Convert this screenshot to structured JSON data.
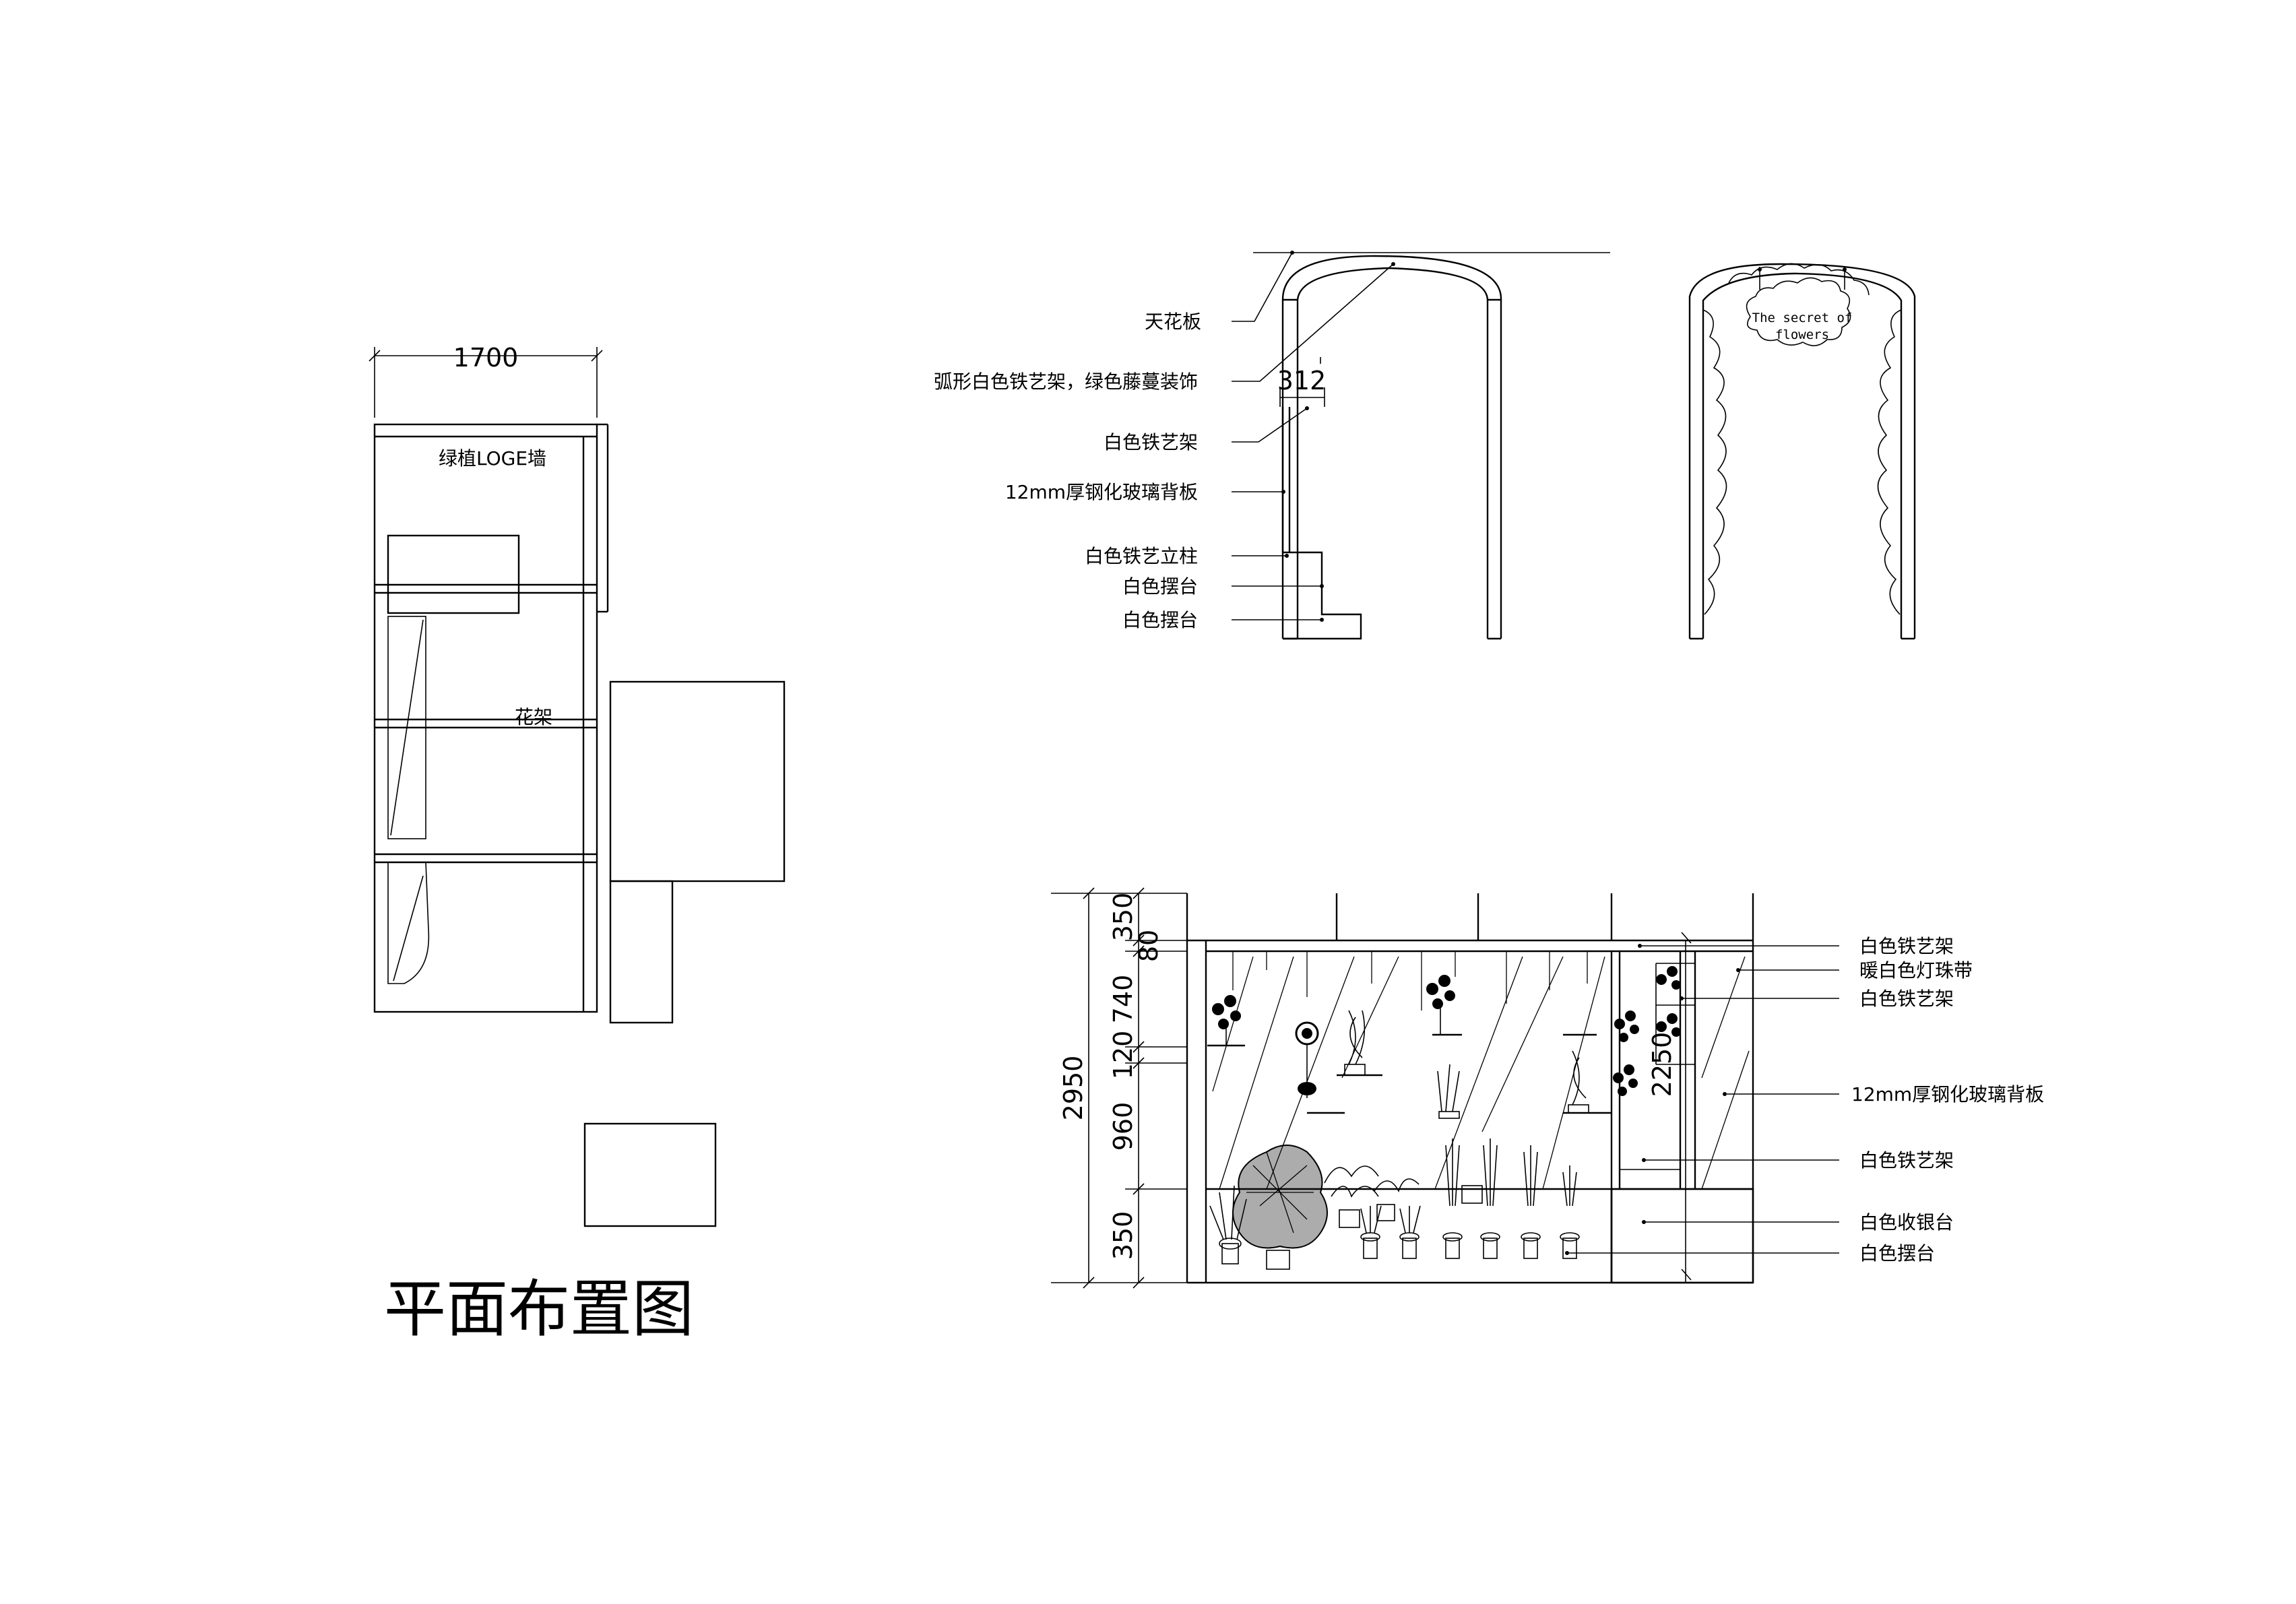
{
  "plan": {
    "width_dim": "1700",
    "green_wall": "绿植LOGE墙",
    "flower_rack": "花架",
    "title": "平面布置图"
  },
  "section": {
    "ceiling": "天花板",
    "arch": "弧形白色铁艺架，绿色藤蔓装饰",
    "white_frame": "白色铁艺架",
    "glass": "12mm厚钢化玻璃背板",
    "column": "白色铁艺立柱",
    "counter_1": "白色摆台",
    "counter_2": "白色摆台",
    "depth_dim": "312"
  },
  "arch_sign": {
    "line1": "The secret of",
    "line2": "flowers"
  },
  "elevation": {
    "dims": {
      "total": "2950",
      "d350_top": "350",
      "d80": "80",
      "d740": "740",
      "d120": "120",
      "d960": "960",
      "d350_bottom": "350",
      "inner_2250": "2250"
    },
    "labels": {
      "frame_top": "白色铁艺架",
      "led": "暖白色灯珠带",
      "frame_mid": "白色铁艺架",
      "glass": "12mm厚钢化玻璃背板",
      "frame_low": "白色铁艺架",
      "cashier": "白色收银台",
      "counter": "白色摆台"
    }
  }
}
